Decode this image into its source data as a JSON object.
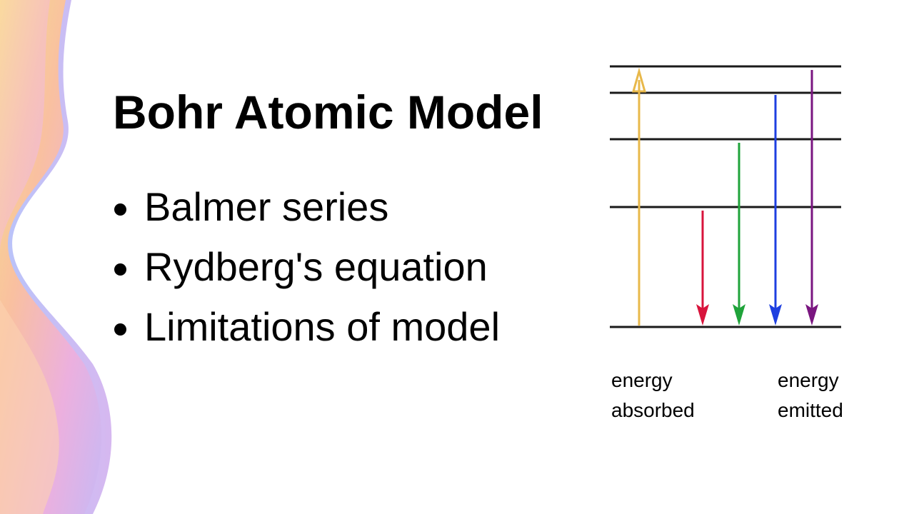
{
  "slide": {
    "title": "Bohr Atomic Model",
    "bullets": [
      "Balmer series",
      "Rydberg's equation",
      "Limitations of model"
    ]
  },
  "diagram": {
    "absorbed_label": [
      "energy",
      "absorbed"
    ],
    "emitted_label": [
      "energy",
      "emitted"
    ],
    "colors": {
      "levels": "#1a1a1a",
      "absorbed": "#e8b84a",
      "emitted": [
        "#d8143c",
        "#1fa33a",
        "#1e3fe0",
        "#7a1680"
      ]
    }
  },
  "theme": {
    "background": "#ffffff",
    "decoration_colors": [
      "#f7d98a",
      "#f8b8a8",
      "#eab0e0",
      "#b8c0f8"
    ]
  }
}
